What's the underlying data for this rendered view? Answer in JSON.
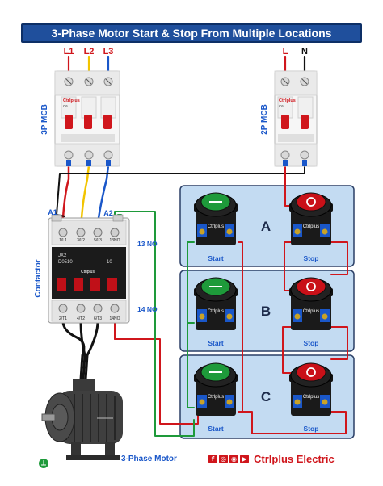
{
  "title": "3-Phase Motor Start & Stop From Multiple Locations",
  "supply_3p": [
    "L1",
    "L2",
    "L3"
  ],
  "supply_1p": [
    "L",
    "N"
  ],
  "mcb_3p_label": "3P MCB",
  "mcb_2p_label": "2P MCB",
  "mcb_brand": "Ctrlplus",
  "mcb_3p_model": "C6",
  "mcb_2p_model": "C6",
  "contactor": {
    "label": "Contactor",
    "model_line1": "JX2",
    "model_line2": "D0510",
    "model_line3": "10",
    "brand": "Ctrlplus",
    "coil_a1": "A1",
    "coil_a2": "A2",
    "top_terminals": [
      "1/L1",
      "3/L2",
      "5/L3",
      "13NO"
    ],
    "bottom_terminals": [
      "2/T1",
      "4/T2",
      "6/T3",
      "14NO"
    ],
    "aux_top": "13 NO",
    "aux_bottom": "14 NO"
  },
  "stations": [
    {
      "letter": "A",
      "start": "Start",
      "stop": "Stop"
    },
    {
      "letter": "B",
      "start": "Start",
      "stop": "Stop"
    },
    {
      "letter": "C",
      "start": "Start",
      "stop": "Stop"
    }
  ],
  "button_brand": "Ctrlplus",
  "motor_label": "3-Phase Motor",
  "brand_name": "Ctrlplus Electric",
  "social_icons": [
    "f",
    "◎",
    "◉",
    "▶"
  ],
  "colors": {
    "wire_red": "#d0161c",
    "wire_yellow": "#f2c400",
    "wire_blue": "#1a57c9",
    "wire_green": "#1e9a3a",
    "wire_black": "#111111",
    "panel_blue": "#c3dbf2",
    "title_blue": "#1f4f9c"
  }
}
